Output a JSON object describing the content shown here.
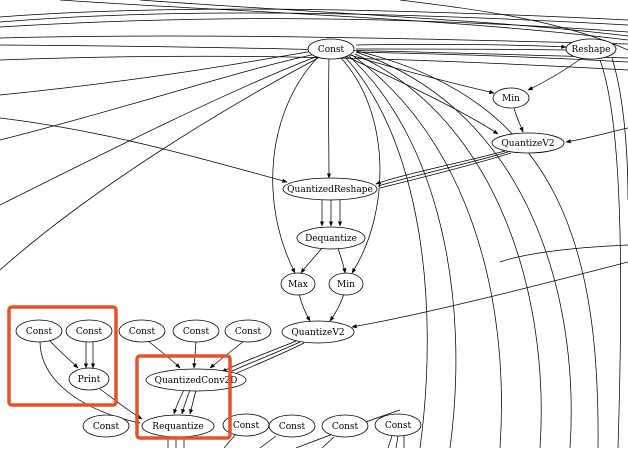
{
  "nodes": {
    "const_top": "Const",
    "reshape": "Reshape",
    "min_top": "Min",
    "quantize_v2_top": "QuantizeV2",
    "quantized_reshape": "QuantizedReshape",
    "dequantize": "Dequantize",
    "max": "Max",
    "min_mid": "Min",
    "quantize_v2_mid": "QuantizeV2",
    "const_left_a": "Const",
    "const_left_b": "Const",
    "print": "Print",
    "const_mid_a": "Const",
    "const_mid_b": "Const",
    "const_mid_c": "Const",
    "quantized_conv2d": "QuantizedConv2D",
    "requantize": "Requantize",
    "const_bot_a": "Const",
    "const_bot_b": "Const",
    "const_bot_c": "Const",
    "const_bot_d": "Const",
    "const_bot_e": "Const"
  },
  "highlight_color": "#e2532c"
}
